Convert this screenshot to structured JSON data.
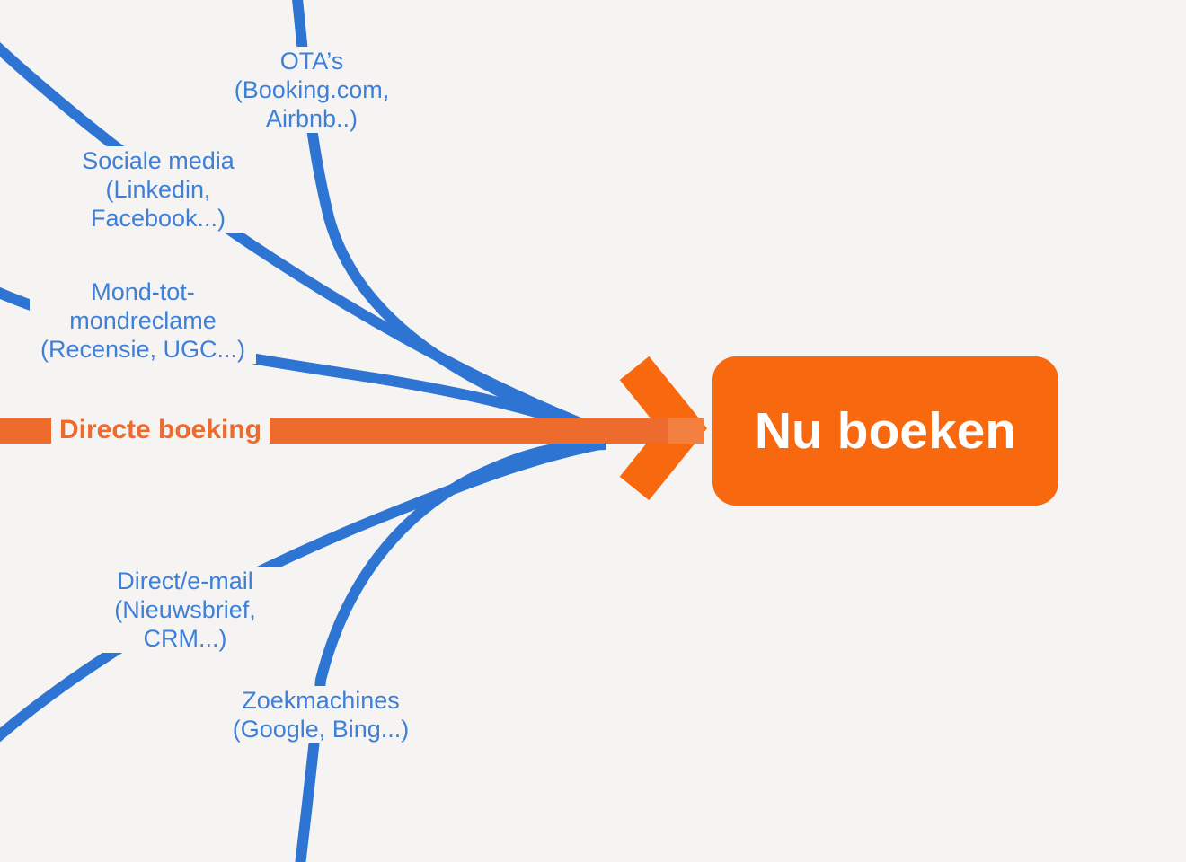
{
  "colors": {
    "background": "#F5F4F3",
    "line_blue": "#2E74D3",
    "text_blue": "#3E7FD8",
    "bar_orange": "#ED6B2D",
    "bright_orange": "#F8690F",
    "overlap_orange": "#F3803E",
    "button_text": "#FFFFFF"
  },
  "channels": [
    {
      "key": "ota",
      "lines": [
        "OTA’s",
        "(Booking.com,",
        "Airbnb..)"
      ]
    },
    {
      "key": "social",
      "lines": [
        "Sociale media",
        "(Linkedin,",
        "Facebook...)"
      ]
    },
    {
      "key": "wom",
      "lines": [
        "Mond-tot-",
        "mondreclame",
        "(Recensie, UGC...)"
      ]
    },
    {
      "key": "direct_email",
      "lines": [
        "Direct/e-mail",
        "(Nieuwsbrief,",
        "CRM...)"
      ]
    },
    {
      "key": "search",
      "lines": [
        "Zoekmachines",
        "(Google, Bing...)"
      ]
    }
  ],
  "direct_booking_label": "Directe boeking",
  "cta_label": "Nu boeken"
}
